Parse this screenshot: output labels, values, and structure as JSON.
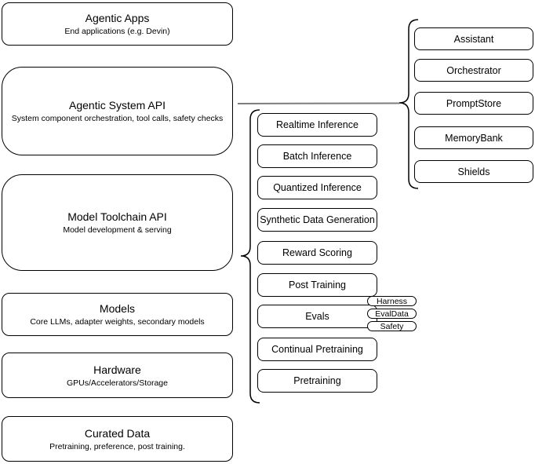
{
  "diagram": {
    "layers": [
      {
        "title": "Agentic Apps",
        "subtitle": "End applications (e.g. Devin)"
      },
      {
        "title": "Agentic System API",
        "subtitle": "System component orchestration, tool calls, safety checks"
      },
      {
        "title": "Model Toolchain API",
        "subtitle": "Model development & serving"
      },
      {
        "title": "Models",
        "subtitle": "Core LLMs, adapter weights, secondary models"
      },
      {
        "title": "Hardware",
        "subtitle": "GPUs/Accelerators/Storage"
      },
      {
        "title": "Curated Data",
        "subtitle": "Pretraining, preference, post training."
      }
    ],
    "toolchain_api_items": [
      "Realtime Inference",
      "Batch Inference",
      "Quantized Inference",
      "Synthetic Data Generation",
      "Reward Scoring",
      "Post Training",
      "Evals",
      "Continual Pretraining",
      "Pretraining"
    ],
    "evals_subitems": [
      "Harness",
      "EvalData",
      "Safety"
    ],
    "system_api_items": [
      "Assistant",
      "Orchestrator",
      "PromptStore",
      "MemoryBank",
      "Shields"
    ],
    "colors": {
      "stroke": "#000000",
      "fill": "#ffffff",
      "connector": "#7d7d7d",
      "text": "#000000",
      "background": "#ffffff"
    }
  }
}
